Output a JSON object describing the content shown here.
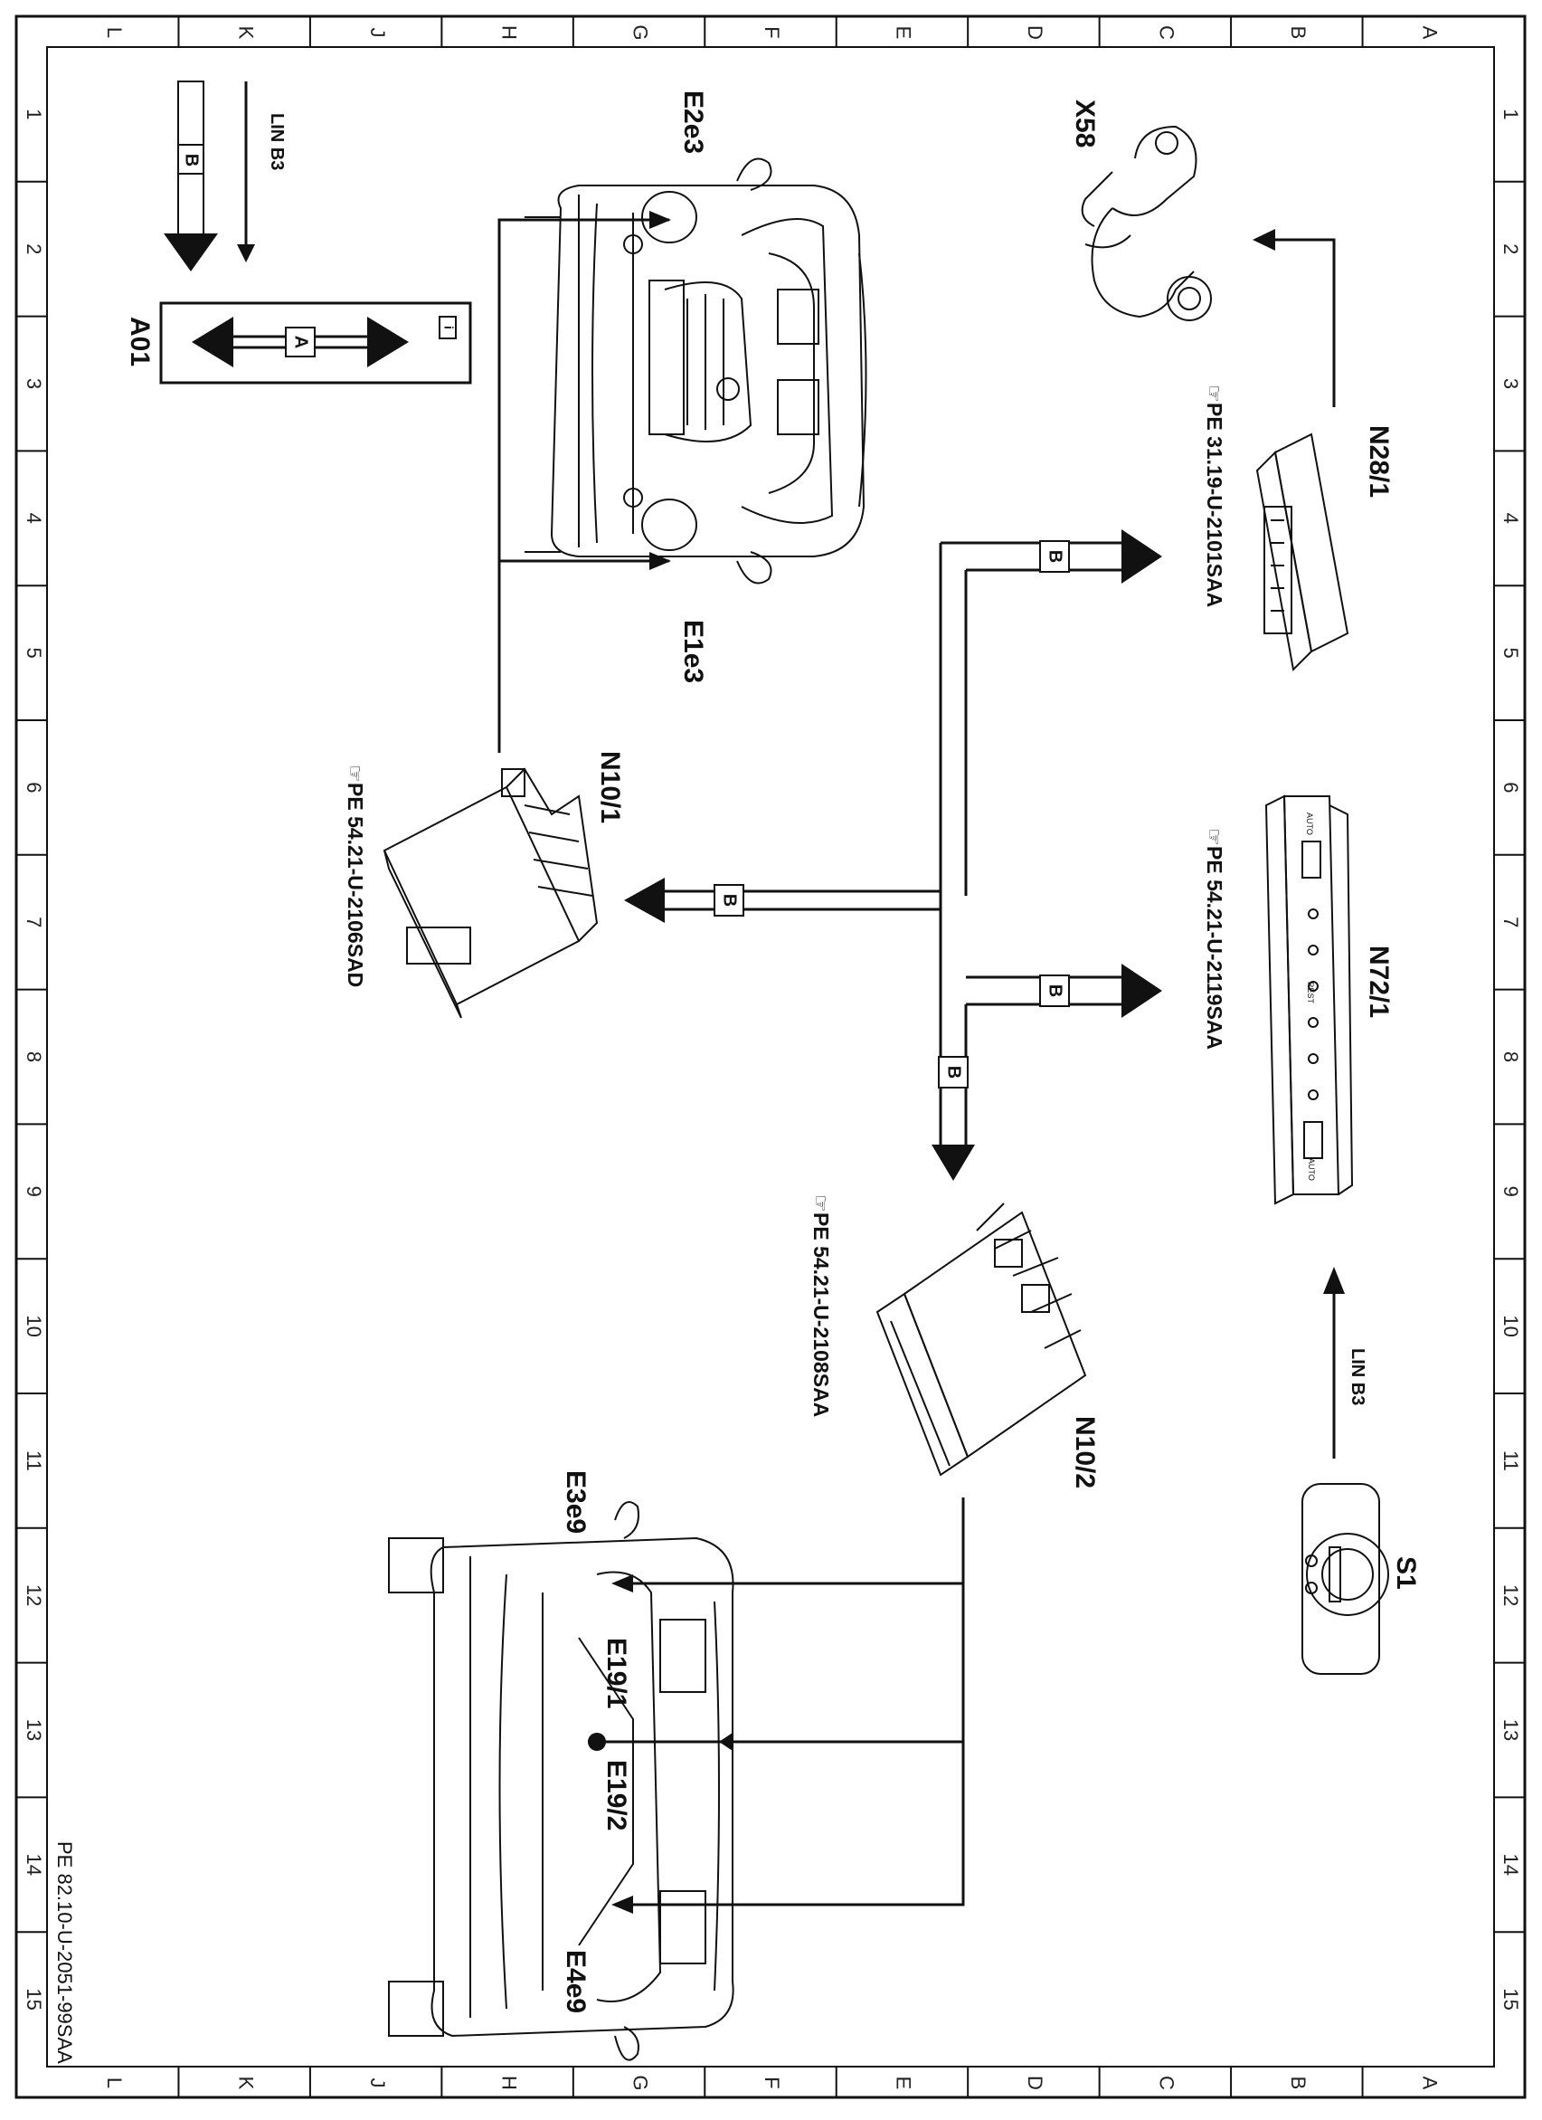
{
  "grid": {
    "cols": [
      "L",
      "K",
      "J",
      "H",
      "G",
      "F",
      "E",
      "D",
      "C",
      "B",
      "A"
    ],
    "rows": [
      "1",
      "2",
      "3",
      "4",
      "5",
      "6",
      "7",
      "8",
      "9",
      "10",
      "11",
      "12",
      "13",
      "14",
      "15"
    ]
  },
  "legend": {
    "a01_label": "A01",
    "a_letter": "A",
    "b_letter": "B",
    "lin_b3": "LIN  B3",
    "info_mark": "i"
  },
  "bus": {
    "lin_b3": "LIN  B3",
    "b_letter": "B"
  },
  "components": {
    "x58": "X58",
    "n28_1": "N28/1",
    "n28_1_ref": "PE  31.19-U-2101SAA",
    "n72_1": "N72/1",
    "n72_1_ref": "PE  54.21-U-2119SAA",
    "n10_1": "N10/1",
    "n10_1_ref": "PE  54.21-U-2106SAD",
    "n10_2": "N10/2",
    "n10_2_ref": "PE  54.21-U-2108SAA",
    "s1": "S1",
    "e2e3": "E2e3",
    "e1e3": "E1e3",
    "e3e9": "E3e9",
    "e4e9": "E4e9",
    "e19_1": "E19/1",
    "e19_2": "E19/2"
  },
  "panel_labels": {
    "auto": "AUTO",
    "rest": "REST"
  },
  "icons": {
    "reference": "pointing-hand-icon",
    "info": "info-icon"
  },
  "footer": {
    "doc_code": "PE 82.10-U-2051-99SAA"
  }
}
